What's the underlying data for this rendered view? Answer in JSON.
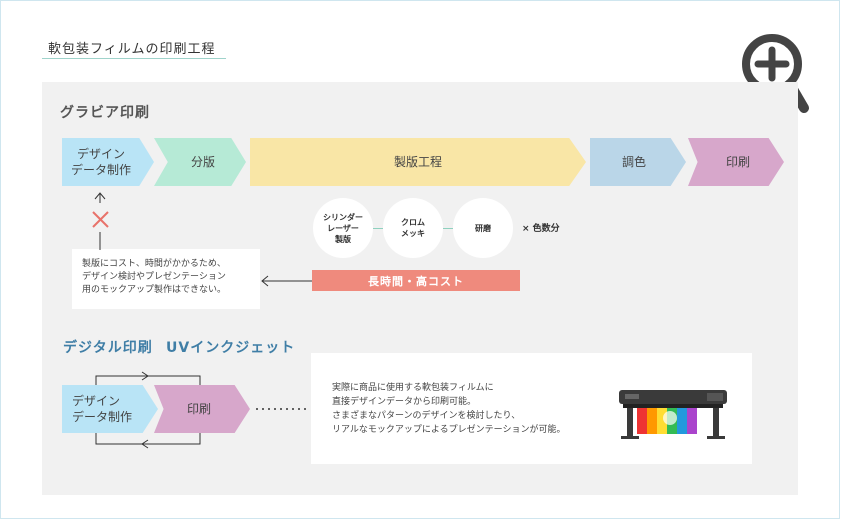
{
  "page": {
    "title": "軟包装フィルムの印刷工程"
  },
  "icons": {
    "zoom": "zoom-in-icon",
    "cross": "cross-mark-icon"
  },
  "gravure": {
    "heading": "グラビア印刷",
    "steps": [
      {
        "label_lines": [
          "デザイン",
          "データ制作"
        ],
        "color": "#b9e4f6"
      },
      {
        "label_lines": [
          "分版"
        ],
        "color": "#b6ead6"
      },
      {
        "label_lines": [
          "製版工程"
        ],
        "color": "#f9e6a6"
      },
      {
        "label_lines": [
          "調色"
        ],
        "color": "#bad6e8"
      },
      {
        "label_lines": [
          "印刷"
        ],
        "color": "#d7a7cb"
      }
    ],
    "plate_steps": [
      {
        "label_lines": [
          "シリンダー",
          "レーザー",
          "製版"
        ]
      },
      {
        "label_lines": [
          "クロム",
          "メッキ"
        ]
      },
      {
        "label_lines": [
          "研磨"
        ]
      }
    ],
    "multiplier": "× 色数分",
    "cost_label": "長時間・高コスト",
    "note_lines": [
      "製版にコスト、時間がかかるため、",
      "デザイン検討やプレゼンテーション",
      "用のモックアップ製作はできない。"
    ]
  },
  "digital": {
    "heading_digital": "デジタル印刷",
    "heading_uv": "UVインクジェット",
    "steps": [
      {
        "label_lines": [
          "デザイン",
          "データ制作"
        ],
        "color": "#b9e4f6"
      },
      {
        "label_lines": [
          "印刷"
        ],
        "color": "#d7a7cb"
      }
    ],
    "description_lines": [
      "実際に商品に使用する軟包装フィルムに",
      "直接デザインデータから印刷可能。",
      "さまざまなパターンのデザインを検討したり、",
      "リアルなモックアップによるプレゼンテーションが可能。"
    ]
  },
  "colors": {
    "accent_blue": "#3f7ea6",
    "cost_red": "#ef8a7d",
    "cross_red": "#e8726a",
    "panel_bg": "#f1f1f1"
  }
}
